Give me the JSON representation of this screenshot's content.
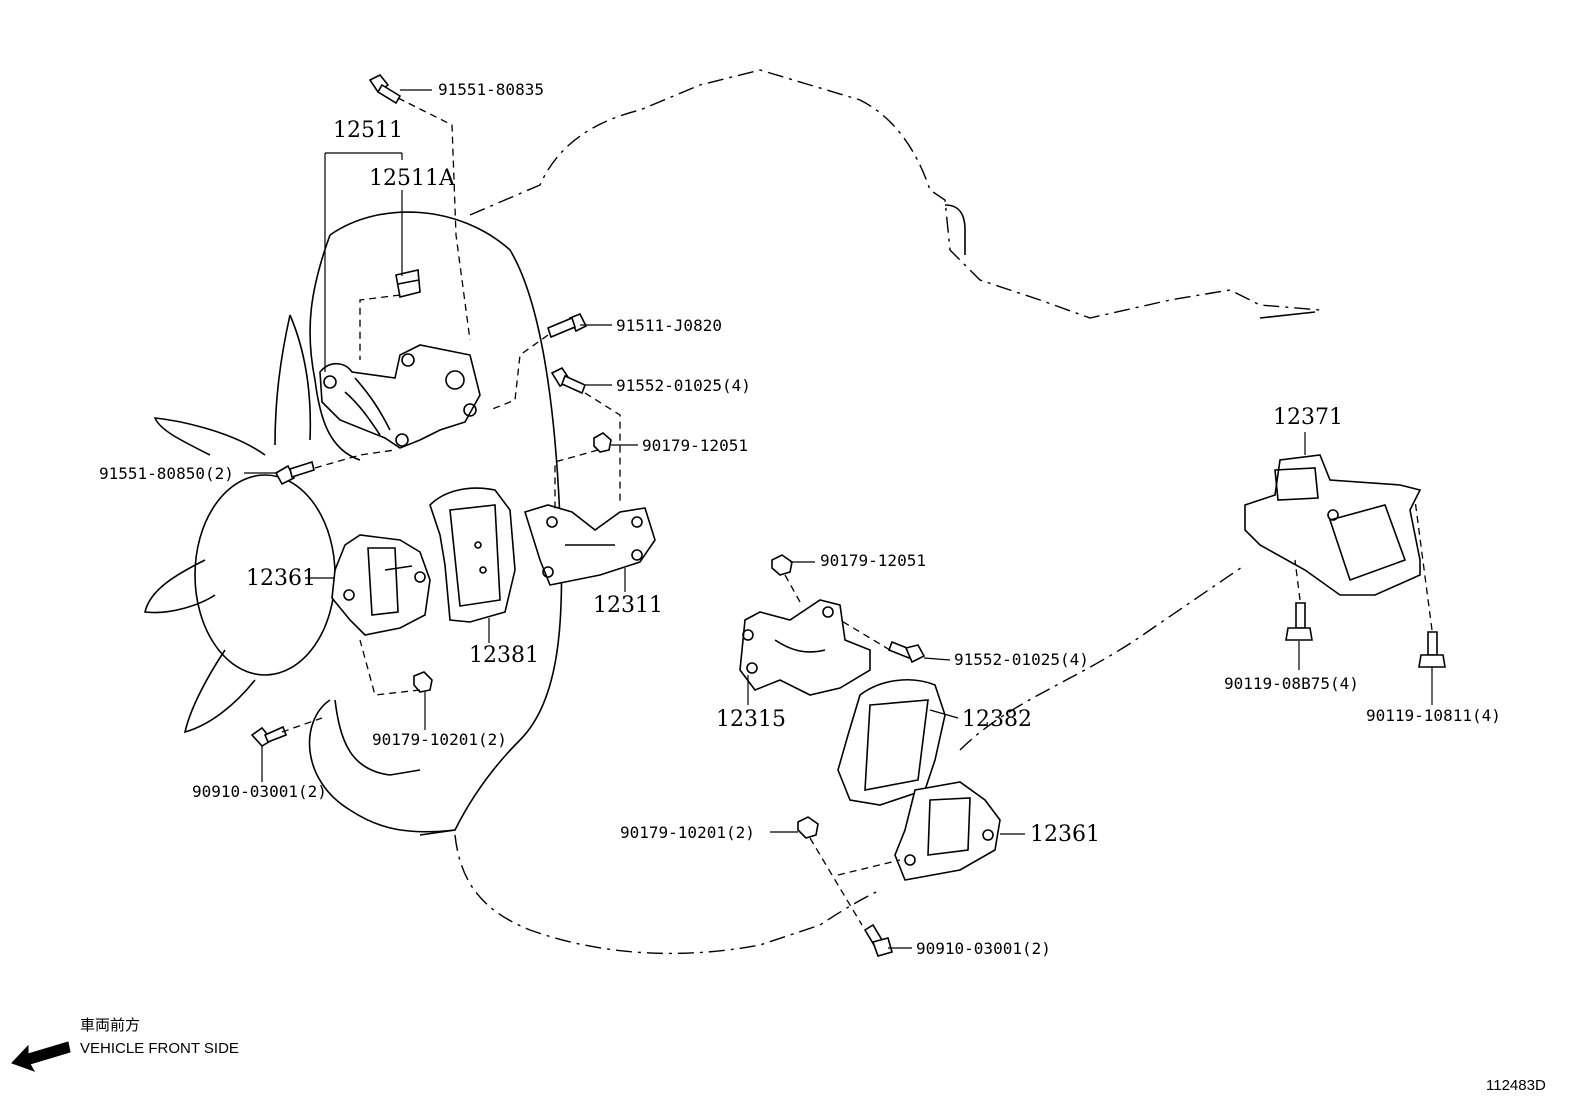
{
  "diagram": {
    "part_numbers": {
      "p12511": "12511",
      "p12511a": "12511A",
      "p12361_left": "12361",
      "p12381": "12381",
      "p12311": "12311",
      "p12315": "12315",
      "p12382": "12382",
      "p12361_right": "12361",
      "p12371": "12371"
    },
    "fasteners": {
      "f91551_80835": "91551-80835",
      "f91511_j0820": "91511-J0820",
      "f91552_01025_top": "91552-01025(4)",
      "f90179_12051_top": "90179-12051",
      "f91551_80850": "91551-80850(2)",
      "f90179_10201_left": "90179-10201(2)",
      "f90910_03001_left": "90910-03001(2)",
      "f90179_12051_mid": "90179-12051",
      "f91552_01025_mid": "91552-01025(4)",
      "f90119_08b75": "90119-08B75(4)",
      "f90119_10811": "90119-10811(4)",
      "f90179_10201_bottom": "90179-10201(2)",
      "f90910_03001_bottom": "90910-03001(2)"
    },
    "caption": {
      "japanese": "車両前方",
      "english": "VEHICLE FRONT SIDE"
    },
    "figure_id": "112483D"
  }
}
